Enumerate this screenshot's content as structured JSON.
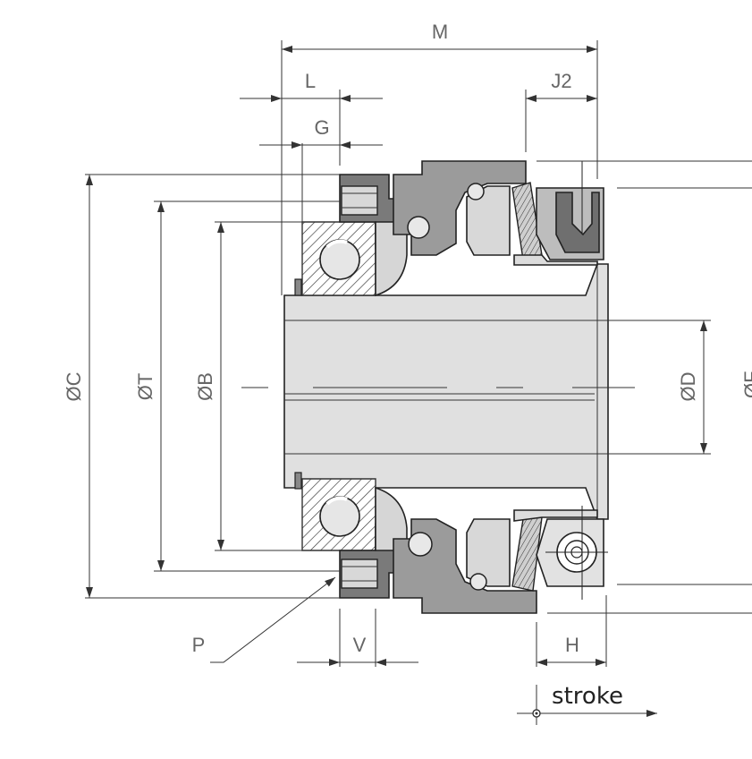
{
  "labels": {
    "M": "M",
    "L": "L",
    "J2": "J2",
    "G": "G",
    "C": "ØC",
    "T": "ØT",
    "B": "ØB",
    "D": "ØD",
    "F": "ØF",
    "P": "P",
    "V": "V",
    "H": "H",
    "stroke": "stroke"
  },
  "colors": {
    "dark_part": "#7a7a7a",
    "medium_part": "#9a9a9a",
    "light_part": "#d4d4d4",
    "shaft": "#e2e2e2",
    "line": "#333333"
  }
}
